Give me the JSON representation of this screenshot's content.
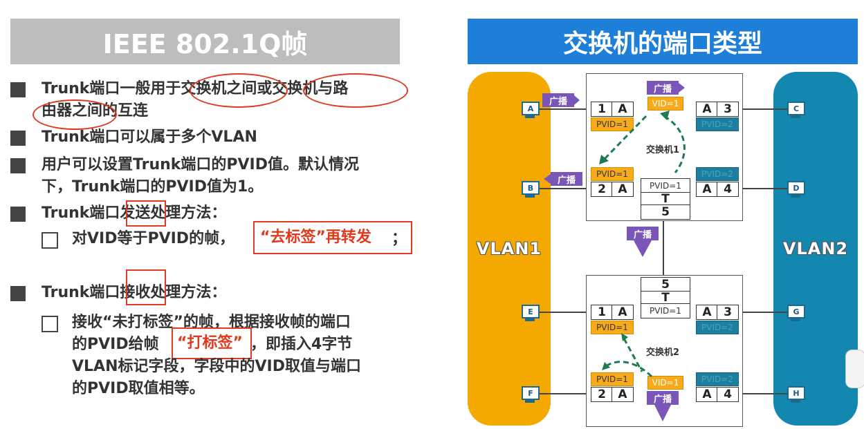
{
  "left_title": "IEEE 802.1Q帧",
  "right_title": "交换机的端口类型",
  "bullets": {
    "b1_line1": "Trunk端口一般用于交换机之间或交换机与路",
    "b1_line2": "由器之间的互连",
    "b2": "Trunk端口可以属于多个VLAN",
    "b3_line1": "用户可以设置Trunk端口的PVID值。默认情况",
    "b3_line2": "下，Trunk端口的PVID值为1。",
    "b4": "Trunk端口发送处理方法：",
    "b4_sub_a": "对VID等于PVID的帧，",
    "b4_sub_b": "“去标签”再转发",
    "b4_sub_c": "；",
    "b5": "Trunk端口接收处理方法：",
    "b5_line1": "接收“未打标签”的帧，根据接收帧的端口",
    "b5_line2a": "的PVID给帧",
    "b5_line2b": "“打标签”",
    "b5_line2c": "，即插入4字节",
    "b5_line3": "VLAN标记字段，字段中的VID取值与端口",
    "b5_line4": "的PVID取值相等。"
  },
  "diagram": {
    "vlan_left": "VLAN1",
    "vlan_right": "VLAN2",
    "hosts": [
      "A",
      "B",
      "C",
      "D",
      "E",
      "F",
      "G",
      "H"
    ],
    "broadcast": "广播",
    "vid1": "VID=1",
    "pvid1": "PVID=1",
    "pvid2": "PVID=2",
    "switch1": "交换机1",
    "switch2": "交换机2",
    "port_a": "A",
    "p1": "1",
    "p2": "2",
    "p3": "3",
    "p4": "4",
    "p5": "5",
    "t": "T"
  },
  "colors": {
    "vlan1": "#f5a800",
    "vlan2": "#1487b0",
    "title_right": "#1e7fd8",
    "title_left": "#bdbdbd",
    "highlight": "#e03a1e",
    "broadcast": "#7a56b8"
  }
}
